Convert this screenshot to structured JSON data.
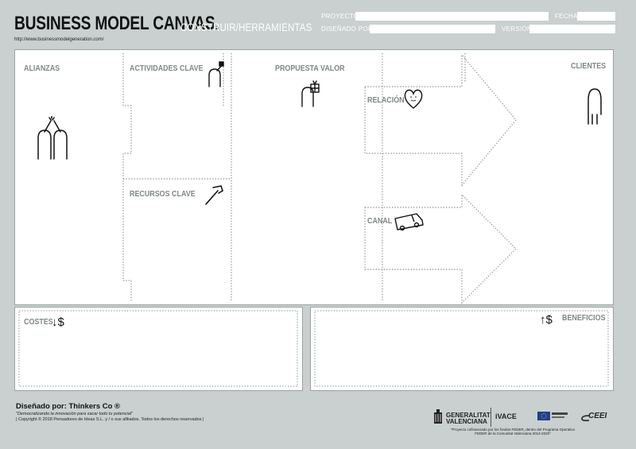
{
  "header": {
    "title": "BUSINESS MODEL CANVAS.",
    "subtitle": "CONSTRUIR/HERRAMIENTAS",
    "url": "http://www.businessmodelgeneration.com/",
    "fields": {
      "proyecto": "PROYECTO",
      "fecha": "FECHA",
      "disenado_por": "DISEÑADO POR",
      "version": "VERSIÓN"
    }
  },
  "blocks": {
    "alianzas": "ALIANZAS",
    "actividades": "ACTIVIDADES CLAVE",
    "recursos": "RECURSOS CLAVE",
    "propuesta": "PROPUESTA VALOR",
    "relacion": "RELACIÓN",
    "canal": "CANAL",
    "clientes": "CLIENTES",
    "costes": "COSTES",
    "beneficios": "BENEFICIOS"
  },
  "icons": {
    "costes_symbol": "↓$",
    "beneficios_symbol": "↑$"
  },
  "footer": {
    "designed_by": "Diseñado por: Thinkers Co ®",
    "tagline": "\"Democratizando la innovación para sacar todo tu potencial\"",
    "copyright": "| Copyright © 2018 Pensadores de Ideas S.L. y / o sus afiliados. Todos los derechos reservados |",
    "logos": {
      "generalitat_line1": "GENERALITAT",
      "generalitat_line2": "VALENCIANA",
      "ivace": "iVACE",
      "ceei": "CEEI",
      "feder_note": "\"Proyecto cofinanciado por los fondos FEDER, dentro del Programa Operativo FEDER de la Comunitat Valenciana 2014-2020\""
    }
  }
}
